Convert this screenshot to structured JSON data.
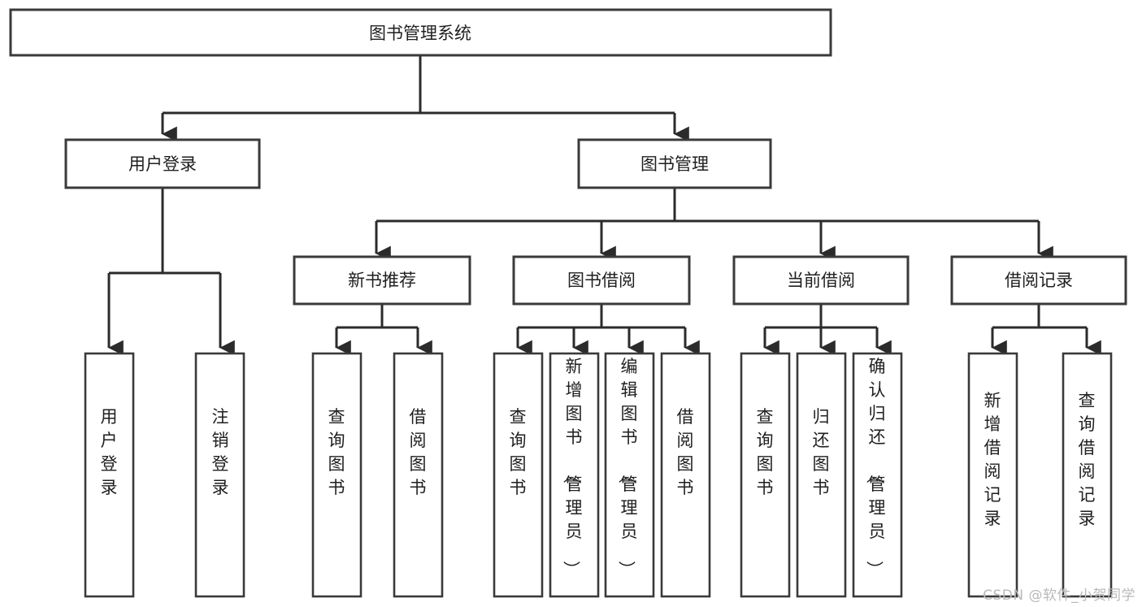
{
  "diagram": {
    "type": "tree-hierarchy-flowchart",
    "title": "图书管理系统",
    "root": {
      "id": "root",
      "label": "图书管理系统",
      "shape": "rectangle",
      "orientation": "horizontal"
    },
    "level2": [
      {
        "id": "user-login",
        "label": "用户登录",
        "shape": "rectangle",
        "orientation": "horizontal"
      },
      {
        "id": "book-manage",
        "label": "图书管理",
        "shape": "rectangle",
        "orientation": "horizontal"
      }
    ],
    "level3": [
      {
        "id": "new-book-recommend",
        "label": "新书推荐",
        "shape": "rectangle",
        "orientation": "horizontal",
        "parent": "book-manage"
      },
      {
        "id": "book-borrow",
        "label": "图书借阅",
        "shape": "rectangle",
        "orientation": "horizontal",
        "parent": "book-manage"
      },
      {
        "id": "current-borrow",
        "label": "当前借阅",
        "shape": "rectangle",
        "orientation": "horizontal",
        "parent": "book-manage"
      },
      {
        "id": "borrow-record",
        "label": "借阅记录",
        "shape": "rectangle",
        "orientation": "horizontal",
        "parent": "book-manage"
      }
    ],
    "leaves": [
      {
        "id": "leaf-user-login",
        "label": "用户登录",
        "orientation": "vertical",
        "parent": "user-login"
      },
      {
        "id": "leaf-logout-login",
        "label": "注销登录",
        "orientation": "vertical",
        "parent": "user-login"
      },
      {
        "id": "leaf-query-book-1",
        "label": "查询图书",
        "orientation": "vertical",
        "parent": "new-book-recommend"
      },
      {
        "id": "leaf-borrow-book-1",
        "label": "借阅图书",
        "orientation": "vertical",
        "parent": "new-book-recommend"
      },
      {
        "id": "leaf-query-book-2",
        "label": "查询图书",
        "orientation": "vertical",
        "parent": "book-borrow"
      },
      {
        "id": "leaf-add-book",
        "label": "新增图书（管理员）",
        "orientation": "vertical",
        "parent": "book-borrow"
      },
      {
        "id": "leaf-edit-book",
        "label": "编辑图书（管理员）",
        "orientation": "vertical",
        "parent": "book-borrow"
      },
      {
        "id": "leaf-borrow-book-2",
        "label": "借阅图书",
        "orientation": "vertical",
        "parent": "book-borrow"
      },
      {
        "id": "leaf-query-book-3",
        "label": "查询图书",
        "orientation": "vertical",
        "parent": "current-borrow"
      },
      {
        "id": "leaf-return-book",
        "label": "归还图书",
        "orientation": "vertical",
        "parent": "current-borrow"
      },
      {
        "id": "leaf-confirm-return",
        "label": "确认归还（管理员）",
        "orientation": "vertical",
        "parent": "current-borrow"
      },
      {
        "id": "leaf-add-record",
        "label": "新增借阅记录",
        "orientation": "vertical",
        "parent": "borrow-record"
      },
      {
        "id": "leaf-query-record",
        "label": "查询借阅记录",
        "orientation": "vertical",
        "parent": "borrow-record"
      }
    ]
  },
  "watermark": {
    "text": "CSDN @软件_小贺同学"
  },
  "colors": {
    "box_stroke": "#3a3a3a",
    "connector": "#2b2b2b",
    "box_fill": "#ffffff",
    "text": "#1f1f1f",
    "background": "#ffffff",
    "watermark": "#b9b9b9"
  }
}
